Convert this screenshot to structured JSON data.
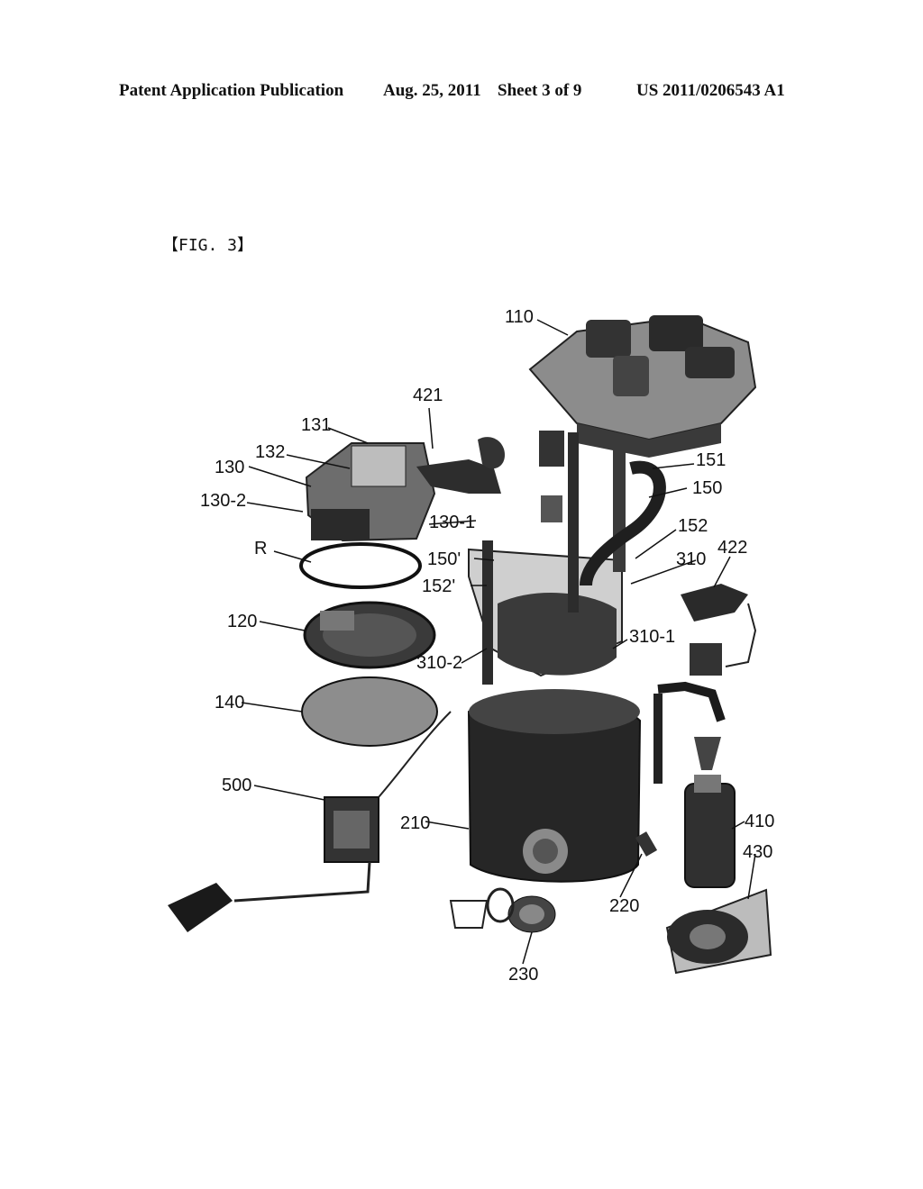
{
  "header": {
    "publication": "Patent Application Publication",
    "date_sheet": "Aug. 25, 2011",
    "sheet": "Sheet 3 of 9",
    "number": "US 2011/0206543 A1"
  },
  "figure": {
    "label": "【FIG. 3】",
    "refs": {
      "r110": "110",
      "r421": "421",
      "r131": "131",
      "r132": "132",
      "r130": "130",
      "r130_2": "130-2",
      "r130_1": "130-1",
      "r151": "151",
      "r150": "150",
      "r152": "152",
      "r150p": "150'",
      "r152p": "152'",
      "rR": "R",
      "r310": "310",
      "r422": "422",
      "r120": "120",
      "r310_2": "310-2",
      "r310_1": "310-1",
      "r140": "140",
      "r500": "500",
      "r210": "210",
      "r410": "410",
      "r430": "430",
      "r220": "220",
      "r230": "230"
    }
  }
}
